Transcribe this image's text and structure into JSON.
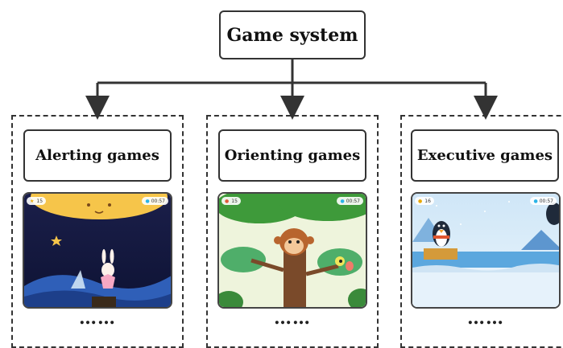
{
  "root": {
    "label": "Game system"
  },
  "categories": [
    {
      "label": "Alerting games",
      "more": "……"
    },
    {
      "label": "Orienting games",
      "more": "……"
    },
    {
      "label": "Executive games",
      "more": "……"
    }
  ],
  "screens": {
    "alerting": {
      "score": "15",
      "time": "00:57"
    },
    "orienting": {
      "score": "15",
      "time": "00:57"
    },
    "executive": {
      "score": "16",
      "time": "00:57"
    }
  },
  "colors": {
    "line": "#333333"
  }
}
